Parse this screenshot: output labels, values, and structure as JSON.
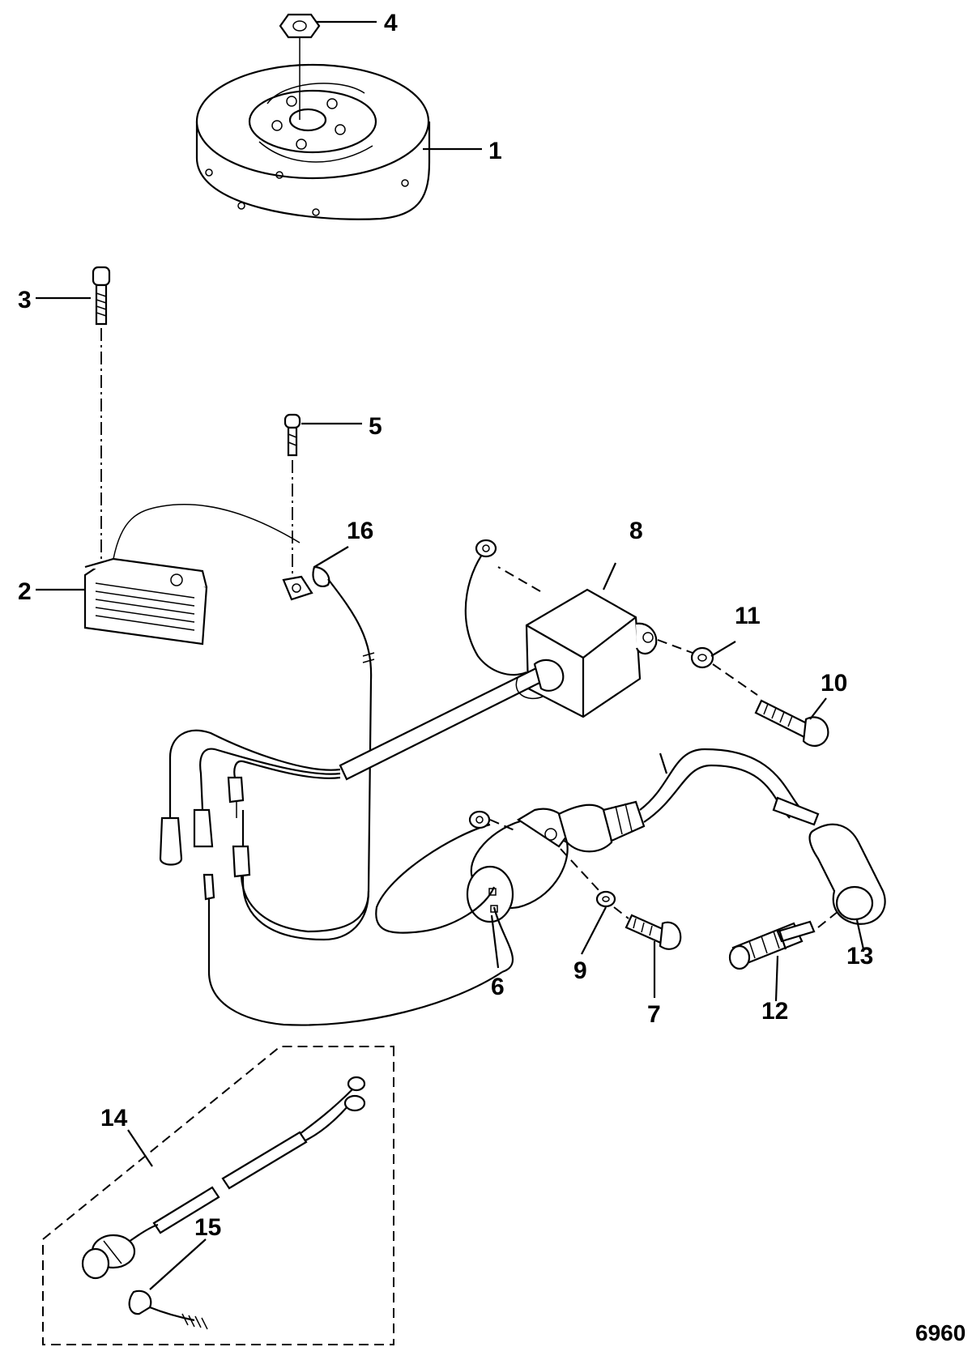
{
  "callouts": {
    "c1": "1",
    "c2": "2",
    "c3": "3",
    "c4": "4",
    "c5": "5",
    "c6": "6",
    "c7": "7",
    "c8": "8",
    "c9": "9",
    "c10": "10",
    "c11": "11",
    "c12": "12",
    "c13": "13",
    "c14": "14",
    "c15": "15",
    "c16": "16"
  },
  "figure_id": "6960"
}
